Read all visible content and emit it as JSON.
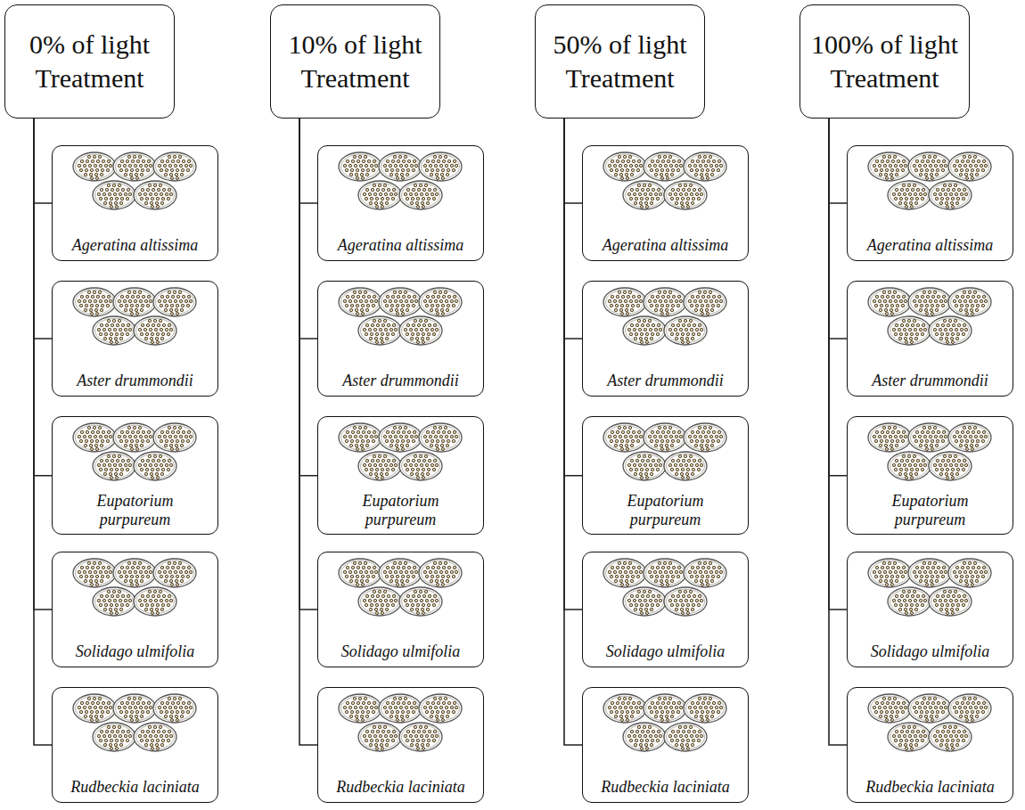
{
  "diagram": {
    "nodes": [
      {
        "text": [
          "0% of light Treatment"
        ]
      },
      {
        "text": [
          "Ageratina altissima"
        ]
      },
      {
        "text": [
          "Aster drummondii"
        ]
      },
      {
        "text": [
          "Eupatorium purpureum"
        ]
      },
      {
        "text": [
          "Solidago ulmifolia"
        ]
      },
      {
        "text": [
          "Rudbeckia laciniata"
        ]
      },
      {
        "text": [
          "10% of light Treatment"
        ]
      },
      {
        "text": [
          "Ageratina altissima"
        ]
      },
      {
        "text": [
          "Aster drummondii"
        ]
      },
      {
        "text": [
          "Eupatorium purpureum"
        ]
      },
      {
        "text": [
          "Solidago ulmifolia"
        ]
      },
      {
        "text": [
          "Rudbeckia laciniata"
        ]
      },
      {
        "text": [
          "50% of light Treatment"
        ]
      },
      {
        "text": [
          "Ageratina altissima"
        ]
      },
      {
        "text": [
          "Aster drummondii"
        ]
      },
      {
        "text": [
          "Eupatorium purpureum"
        ]
      },
      {
        "text": [
          "Solidago ulmifolia"
        ]
      },
      {
        "text": [
          "Rudbeckia laciniata"
        ]
      },
      {
        "text": [
          "100% of light Treatment"
        ]
      },
      {
        "text": [
          "Ageratina altissima"
        ]
      },
      {
        "text": [
          "Aster drummondii"
        ]
      },
      {
        "text": [
          "Eupatorium purpureum"
        ]
      },
      {
        "text": [
          "Solidago ulmifolia"
        ]
      },
      {
        "text": [
          "Rudbeckia laciniata"
        ]
      }
    ],
    "edges": [
      {
        "from": 0,
        "to": 1,
        "arrow": "none"
      },
      {
        "from": 0,
        "to": 2,
        "arrow": "none"
      },
      {
        "from": 0,
        "to": 3,
        "arrow": "none"
      },
      {
        "from": 0,
        "to": 4,
        "arrow": "none"
      },
      {
        "from": 0,
        "to": 5,
        "arrow": "none"
      },
      {
        "from": 6,
        "to": 7,
        "arrow": "none"
      },
      {
        "from": 6,
        "to": 8,
        "arrow": "none"
      },
      {
        "from": 6,
        "to": 9,
        "arrow": "none"
      },
      {
        "from": 6,
        "to": 10,
        "arrow": "none"
      },
      {
        "from": 6,
        "to": 11,
        "arrow": "none"
      },
      {
        "from": 12,
        "to": 13,
        "arrow": "none"
      },
      {
        "from": 12,
        "to": 14,
        "arrow": "none"
      },
      {
        "from": 12,
        "to": 15,
        "arrow": "none"
      },
      {
        "from": 12,
        "to": 16,
        "arrow": "none"
      },
      {
        "from": 12,
        "to": 17,
        "arrow": "none"
      },
      {
        "from": 18,
        "to": 19,
        "arrow": "none"
      },
      {
        "from": 18,
        "to": 20,
        "arrow": "none"
      },
      {
        "from": 18,
        "to": 21,
        "arrow": "none"
      },
      {
        "from": 18,
        "to": 22,
        "arrow": "none"
      },
      {
        "from": 18,
        "to": 23,
        "arrow": "none"
      }
    ]
  }
}
